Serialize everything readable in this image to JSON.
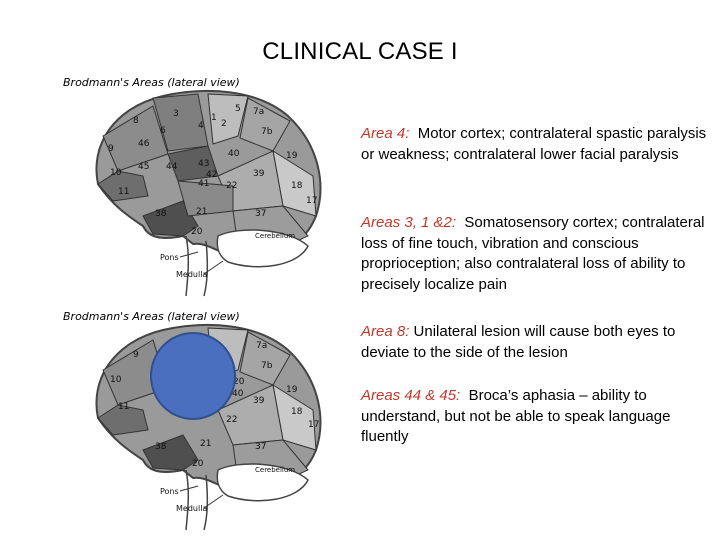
{
  "title": "CLINICAL CASE I",
  "figures": [
    {
      "caption": "Brodmann's Areas (lateral view)",
      "areas": [
        "3",
        "5",
        "7a",
        "8",
        "6",
        "4",
        "1",
        "2",
        "7b",
        "9",
        "46",
        "40",
        "10",
        "45",
        "44",
        "43",
        "42",
        "39",
        "19",
        "11",
        "41",
        "22",
        "18",
        "38",
        "21",
        "37",
        "17",
        "20"
      ],
      "labels": {
        "cerebellum": "Cerebellum",
        "pons": "Pons",
        "medulla": "Medulla"
      },
      "lesion": false
    },
    {
      "caption": "Brodmann's Areas (lateral view)",
      "areas": [
        "9",
        "7a",
        "7b",
        "10",
        "19",
        "20",
        "39",
        "18",
        "17",
        "11",
        "38",
        "21",
        "37",
        "20",
        "22",
        "40"
      ],
      "labels": {
        "cerebellum": "Cerebellum",
        "pons": "Pons",
        "medulla": "Medulla"
      },
      "lesion": true,
      "lesion_color": "#4a6fbe"
    }
  ],
  "blocks": [
    {
      "term": "Area 4:",
      "text": "Motor cortex; contralateral spastic paralysis or weakness; contralateral lower facial paralysis"
    },
    {
      "term": "Areas 3, 1 &2:",
      "text": "Somatosensory cortex; contralateral loss of fine touch, vibration and conscious proprioception; also contralateral loss of ability to precisely localize pain"
    },
    {
      "term": "Area 8:",
      "text": "Unilateral lesion will cause both eyes to deviate to the side of the lesion"
    },
    {
      "term": "Areas 44 & 45:",
      "text": "Broca’s aphasia – ability to understand, but not be able to speak language fluently"
    }
  ],
  "colors": {
    "term": "#c0392b",
    "lesion": "#4a6fbe"
  }
}
